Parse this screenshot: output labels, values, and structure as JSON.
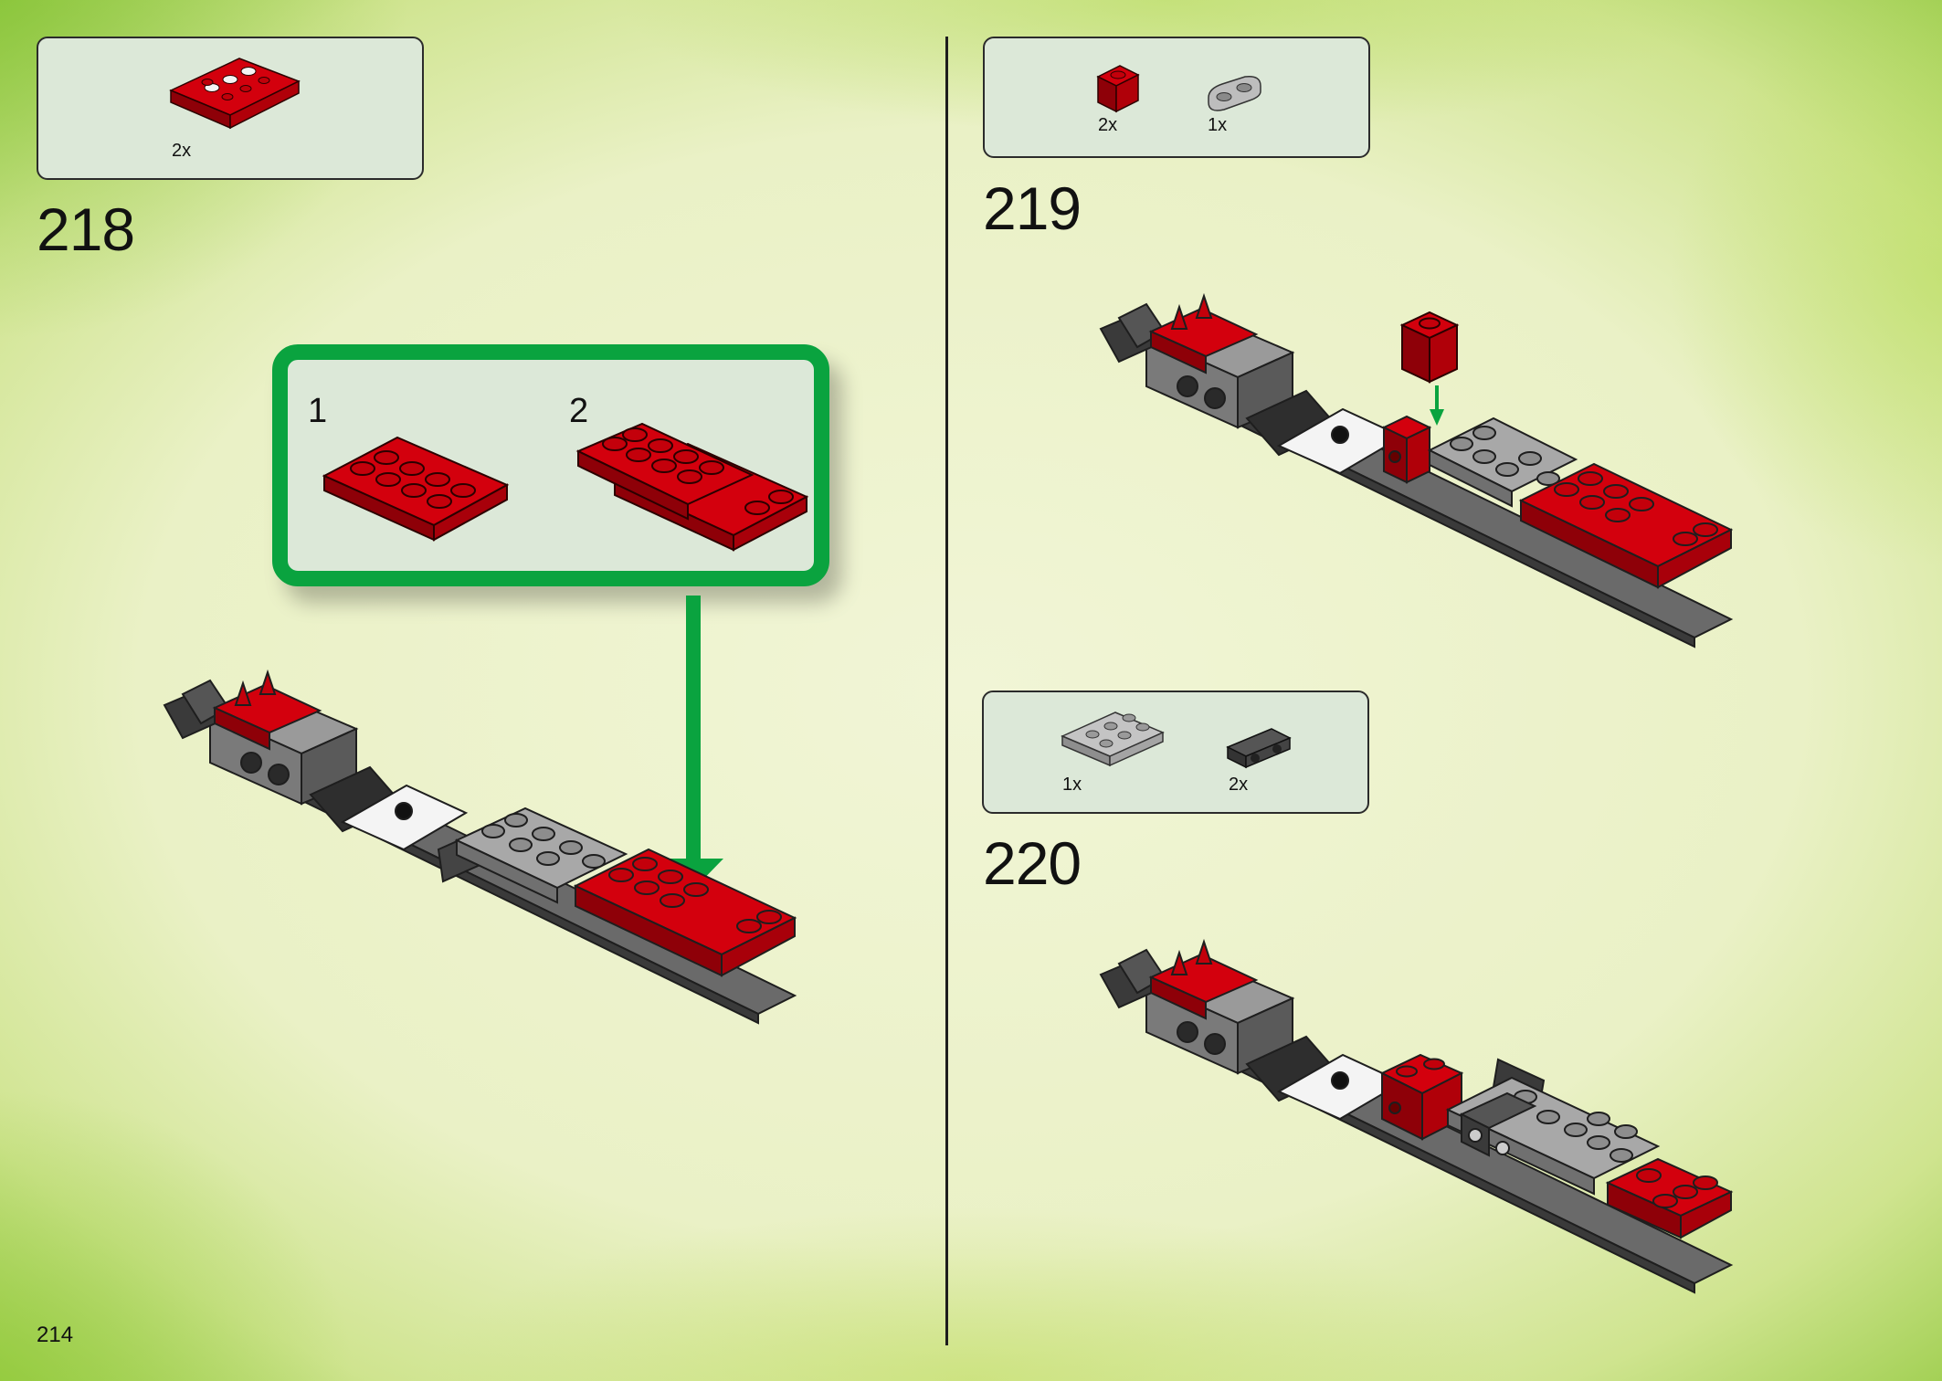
{
  "page_number": "214",
  "colors": {
    "red": "#c8000b",
    "green_arrow": "#0aa33f",
    "grey": "#9a9a9a",
    "dark_grey": "#4a4a4a",
    "callout_bg": "#dce8d8"
  },
  "steps": [
    {
      "number": "218",
      "parts": [
        {
          "qty": "2x",
          "icon": "red-plate-2x4-icon"
        }
      ],
      "substeps": [
        {
          "label": "1"
        },
        {
          "label": "2"
        }
      ]
    },
    {
      "number": "219",
      "parts": [
        {
          "qty": "2x",
          "icon": "red-brick-1x1-icon"
        },
        {
          "qty": "1x",
          "icon": "grey-plate-1x2-rounded-icon"
        }
      ]
    },
    {
      "number": "220",
      "parts": [
        {
          "qty": "1x",
          "icon": "grey-plate-2x3-icon"
        },
        {
          "qty": "2x",
          "icon": "dark-bracket-icon"
        }
      ]
    }
  ]
}
